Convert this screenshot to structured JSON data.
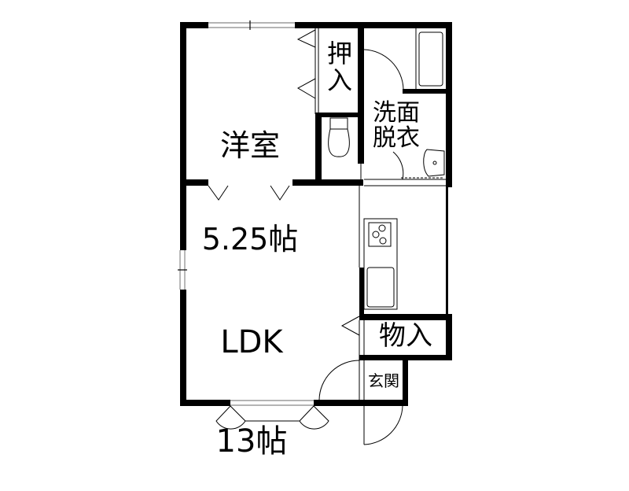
{
  "floor_plan": {
    "rooms": [
      {
        "id": "western-room",
        "name": "洋室",
        "size": "5.25帖"
      },
      {
        "id": "closet",
        "name": "押\n入"
      },
      {
        "id": "washroom",
        "name": "洗面\n脱衣"
      },
      {
        "id": "ldk",
        "name": "LDK",
        "size": "13帖"
      },
      {
        "id": "storage",
        "name": "物入"
      },
      {
        "id": "entrance",
        "name": "玄関"
      }
    ],
    "fixtures": [
      "bathtub",
      "toilet",
      "washbasin",
      "kitchen-stove",
      "kitchen-sink"
    ],
    "colors": {
      "wall": "#000000",
      "window": "#888888",
      "background": "#ffffff"
    }
  }
}
